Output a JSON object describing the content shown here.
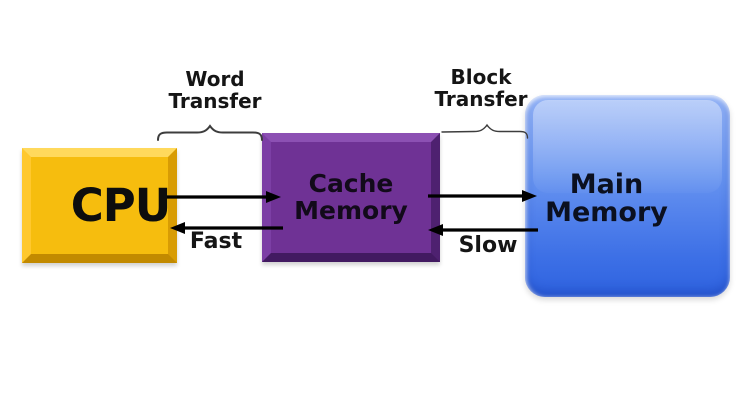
{
  "diagram": {
    "boxes": {
      "cpu": {
        "label": "CPU",
        "fill": "#F6BD0E"
      },
      "cache_memory": {
        "label_line1": "Cache",
        "label_line2": "Memory",
        "fill": "#6F3295"
      },
      "main_memory": {
        "label_line1": "Main",
        "label_line2": "Memory",
        "fill_top": "#8FB0F5",
        "fill_bottom": "#2E62DF"
      }
    },
    "annotations": {
      "word_transfer": {
        "line1": "Word",
        "line2": "Transfer"
      },
      "block_transfer": {
        "line1": "Block",
        "line2": "Transfer"
      },
      "fast": "Fast",
      "slow": "Slow"
    },
    "arrow_color": "#000000",
    "brace_color": "#3D3D3D",
    "text_color": "#111111",
    "background": "#FFFFFF"
  }
}
